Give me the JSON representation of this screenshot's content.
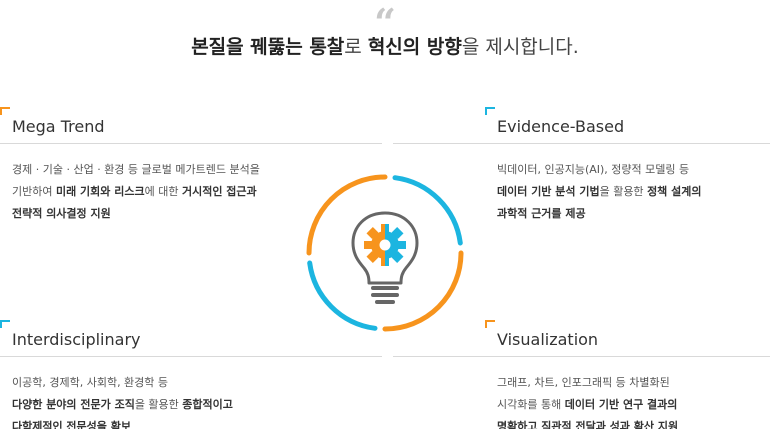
{
  "headline": {
    "part1": "본질을 꿰뚫는 통찰",
    "part2": "로 ",
    "part3": "혁신의 방향",
    "part4": "을 제시합니다."
  },
  "quote_glyph": "“",
  "cards": {
    "mega": {
      "title": "Mega Trend",
      "l1": "경제 · 기술 · 산업 · 환경 등 글로벌 메가트렌드 분석을",
      "l2a": "기반하여 ",
      "l2b": "미래 기회와 리스크",
      "l2c": "에 대한 ",
      "l2d": "거시적인 접근과",
      "l3": "전략적 의사결정 지원"
    },
    "evidence": {
      "title": "Evidence-Based",
      "l1": "빅데이터, 인공지능(AI), 정량적 모델링 등",
      "l2a": "데이터 기반 분석 기법",
      "l2b": "을 활용한 ",
      "l2c": "정책 설계의",
      "l3": "과학적 근거를 제공"
    },
    "inter": {
      "title": "Interdisciplinary",
      "l1": "이공학, 경제학, 사회학, 환경학 등",
      "l2a": "다양한 분야의 전문가 조직",
      "l2b": "을 활용한 ",
      "l2c": "종합적이고",
      "l3": "다학제적인 전문성을 확보"
    },
    "visual": {
      "title": "Visualization",
      "l1": "그래프, 차트, 인포그래픽 등 차별화된",
      "l2a": "시각화를 통해 ",
      "l2b": "데이터 기반 연구 결과의",
      "l3": "명확하고 직관적 전달과 성과 확산 지원"
    }
  },
  "colors": {
    "orange": "#f7941d",
    "blue": "#1cb5e0",
    "text": "#333333",
    "rule": "#d9d9d9"
  },
  "icons": {
    "center": "lightbulb-gear-icon",
    "quote": "quote-mark-icon"
  }
}
